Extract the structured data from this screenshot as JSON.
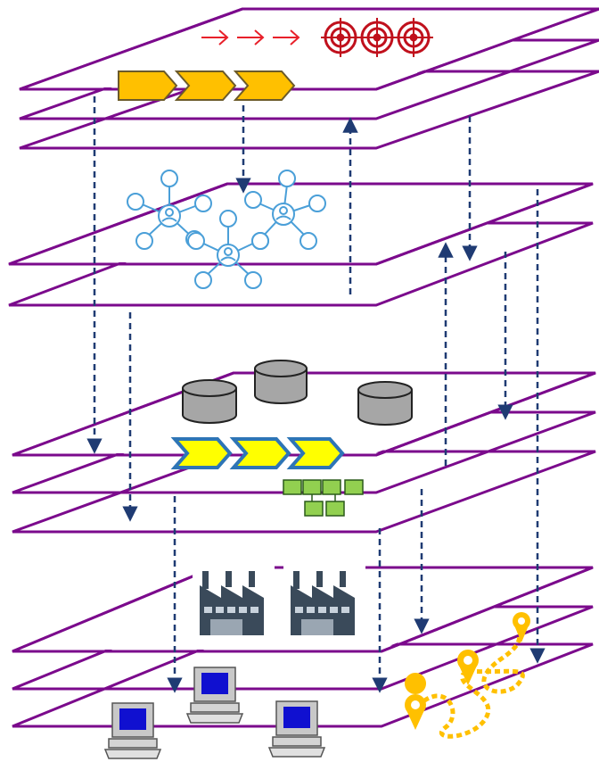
{
  "diagram": {
    "colors": {
      "layer_outline": "#7b0a8c",
      "arrow": "#1f3b73",
      "goal_arrows": "#e8202a",
      "target": "#c0101c",
      "process_chevron": "#ffc000",
      "process_chevron_border": "#7a5c00",
      "service_node": "#4a9fd8",
      "database": "#a6a6a6",
      "data_chevron": "#ffff00",
      "data_chevron_border": "#2e75b6",
      "data_model": "#92d050",
      "factory": "#3a4a5a",
      "computer_screen": "#1010d0",
      "location_pin": "#ffc000",
      "route": "#ffc000"
    },
    "layers": [
      {
        "id": "strategy-layer",
        "planes": 3
      },
      {
        "id": "service-layer",
        "planes": 2
      },
      {
        "id": "data-layer",
        "planes": 3
      },
      {
        "id": "infrastructure-layer",
        "planes": 3
      }
    ],
    "icons": {
      "goal_arrow": "right-arrow-icon",
      "target": "target-icon",
      "process_step": "chevron-icon",
      "service_hub": "network-node-icon",
      "database": "database-icon",
      "data_flow": "chevron-icon",
      "data_model": "tree-structure-icon",
      "factory": "factory-icon",
      "computer": "desktop-computer-icon",
      "location": "map-pin-icon"
    }
  }
}
